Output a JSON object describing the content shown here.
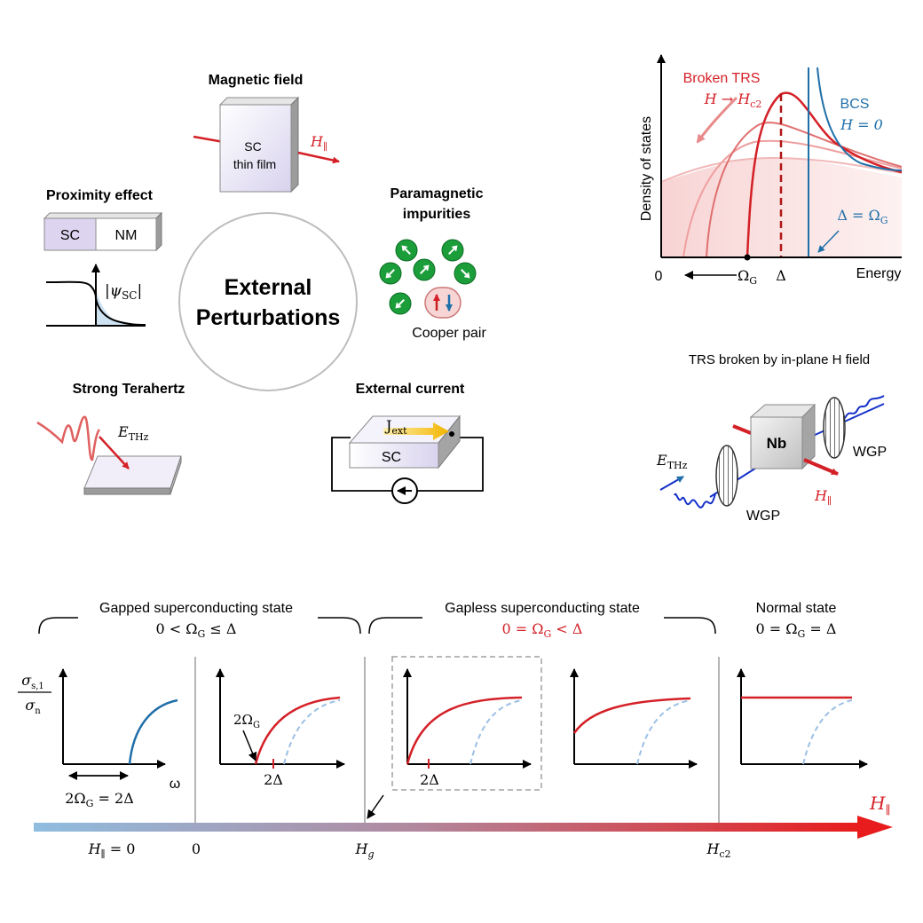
{
  "perturbations": {
    "center": {
      "line1": "External",
      "line2": "Perturbations"
    },
    "magnetic_field": {
      "title": "Magnetic field",
      "film_line1": "SC",
      "film_line2": "thin film",
      "field_label": "H",
      "field_sub": "∥"
    },
    "proximity": {
      "title": "Proximity effect",
      "sc": "SC",
      "nm": "NM",
      "psi_label": "|ψ",
      "psi_sub": "SC",
      "psi_end": "|"
    },
    "paramagnetic": {
      "title_line1": "Paramagnetic",
      "title_line2": "impurities",
      "cooper": "Cooper pair"
    },
    "terahertz": {
      "title": "Strong Terahertz",
      "field_label": "E",
      "field_sub": "THz"
    },
    "current": {
      "title": "External current",
      "j_label": "J",
      "j_sub": "ext",
      "sc": "SC"
    }
  },
  "dos_plot": {
    "broken_line1": "Broken TRS",
    "broken_h": "H → H",
    "broken_sub": "c2",
    "bcs_line1": "BCS",
    "bcs_line2": "H = 0",
    "ylabel": "Density of states",
    "xlabel": "Energy",
    "x_zero": "0",
    "x_omega": "Ω",
    "x_omega_sub": "G",
    "x_delta": "Δ",
    "delta_eq": "Δ = Ω",
    "delta_eq_sub": "G",
    "colors": {
      "broken": "#d42027",
      "bcs": "#1f6fa8"
    }
  },
  "setup": {
    "title": "TRS broken by in-plane H field",
    "nb": "Nb",
    "wgp1": "WGP",
    "wgp2": "WGP",
    "e_label": "E",
    "e_sub": "THz",
    "h_label": "H",
    "h_sub": "∥"
  },
  "phase_diagram": {
    "gapped": {
      "title": "Gapped superconducting state",
      "cond": "0 < Ω",
      "cond_sub": "G",
      "cond_end": " ≤ Δ"
    },
    "gapless": {
      "title": "Gapless superconducting state",
      "cond": "0 = Ω",
      "cond_sub": "G",
      "cond_end": " < Δ"
    },
    "normal": {
      "title": "Normal state",
      "cond": "0 = Ω",
      "cond_sub": "G",
      "cond_end": " = Δ"
    },
    "ylabel_num": "σ",
    "ylabel_num_sub": "s,1",
    "ylabel_den": "σ",
    "ylabel_den_sub": "n",
    "omega": "ω",
    "two_omega": "2Ω",
    "two_omega_sub": "G",
    "two_omega_eq": "2Ω",
    "two_omega_eq_sub": "G",
    "two_omega_eq_end": " = 2Δ",
    "two_delta_a": "2Δ",
    "two_delta_b": "2Δ",
    "axis_h": "H",
    "axis_h_sub": "∥",
    "h_zero": "H",
    "h_zero_sub": "∥",
    "h_zero_end": " = 0",
    "tick_zero": "0",
    "tick_hg": "H",
    "tick_hg_sub": "g",
    "tick_hc2": "H",
    "tick_hc2_sub": "c2"
  }
}
